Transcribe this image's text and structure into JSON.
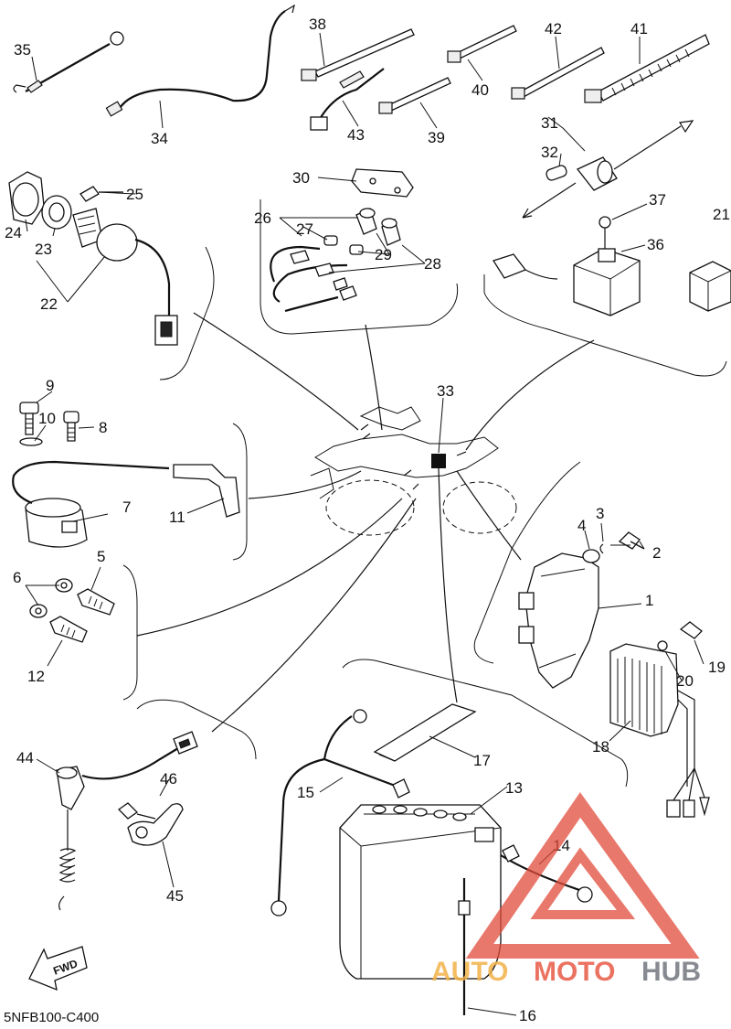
{
  "diagram": {
    "code": "5NFB100-C400",
    "fwd_label": "FWD",
    "watermark": {
      "auto": "AUTO",
      "moto": "MOTO",
      "hub": "HUB",
      "colors": {
        "auto": "#f2b24a",
        "moto": "#e85a46",
        "hub": "#7b7f86"
      }
    },
    "callouts": {
      "c1": "1",
      "c2": "2",
      "c3": "3",
      "c4": "4",
      "c5": "5",
      "c6": "6",
      "c7": "7",
      "c8": "8",
      "c9": "9",
      "c10": "10",
      "c11": "11",
      "c12": "12",
      "c13": "13",
      "c14": "14",
      "c15": "15",
      "c16": "16",
      "c17": "17",
      "c18": "18",
      "c19": "19",
      "c20": "20",
      "c21": "21",
      "c22": "22",
      "c23": "23",
      "c24": "24",
      "c25": "25",
      "c26": "26",
      "c27": "27",
      "c28": "28",
      "c29": "29",
      "c30": "30",
      "c31": "31",
      "c32": "32",
      "c33": "33",
      "c34": "34",
      "c35": "35",
      "c36": "36",
      "c37": "37",
      "c38": "38",
      "c39": "39",
      "c40": "40",
      "c41": "41",
      "c42": "42",
      "c43": "43",
      "c44": "44",
      "c45": "45",
      "c46": "46"
    }
  }
}
